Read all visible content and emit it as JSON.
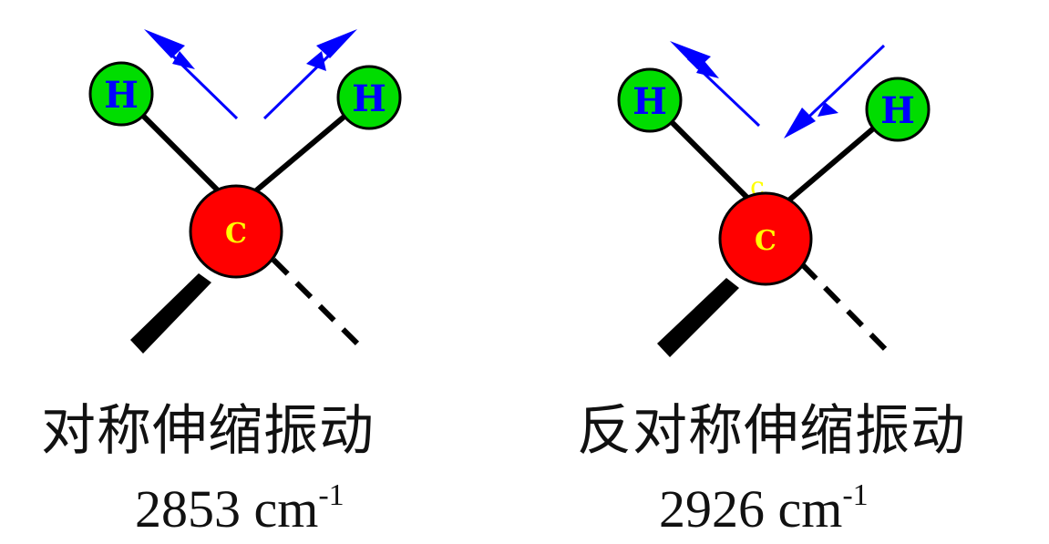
{
  "panels": [
    {
      "mode_name": "对称伸缩振动",
      "wavenumber_value": "2853",
      "wavenumber_unit": "cm",
      "wavenumber_exponent": "-1",
      "atoms": {
        "carbon": "C",
        "hydrogen_left": "H",
        "hydrogen_right": "H"
      },
      "motion": "both H atoms move outward"
    },
    {
      "mode_name": "反对称伸缩振动",
      "wavenumber_value": "2926",
      "wavenumber_unit": "cm",
      "wavenumber_exponent": "-1",
      "atoms": {
        "carbon": "C",
        "hydrogen_left": "H",
        "hydrogen_right": "H"
      },
      "motion": "left H moves outward, right H moves inward"
    }
  ],
  "colors": {
    "carbon_fill": "#ff0000",
    "carbon_label": "#ffff00",
    "hydrogen_fill": "#00dd00",
    "hydrogen_label": "#0000ff",
    "arrow": "#0000ff",
    "bond": "#000000"
  }
}
